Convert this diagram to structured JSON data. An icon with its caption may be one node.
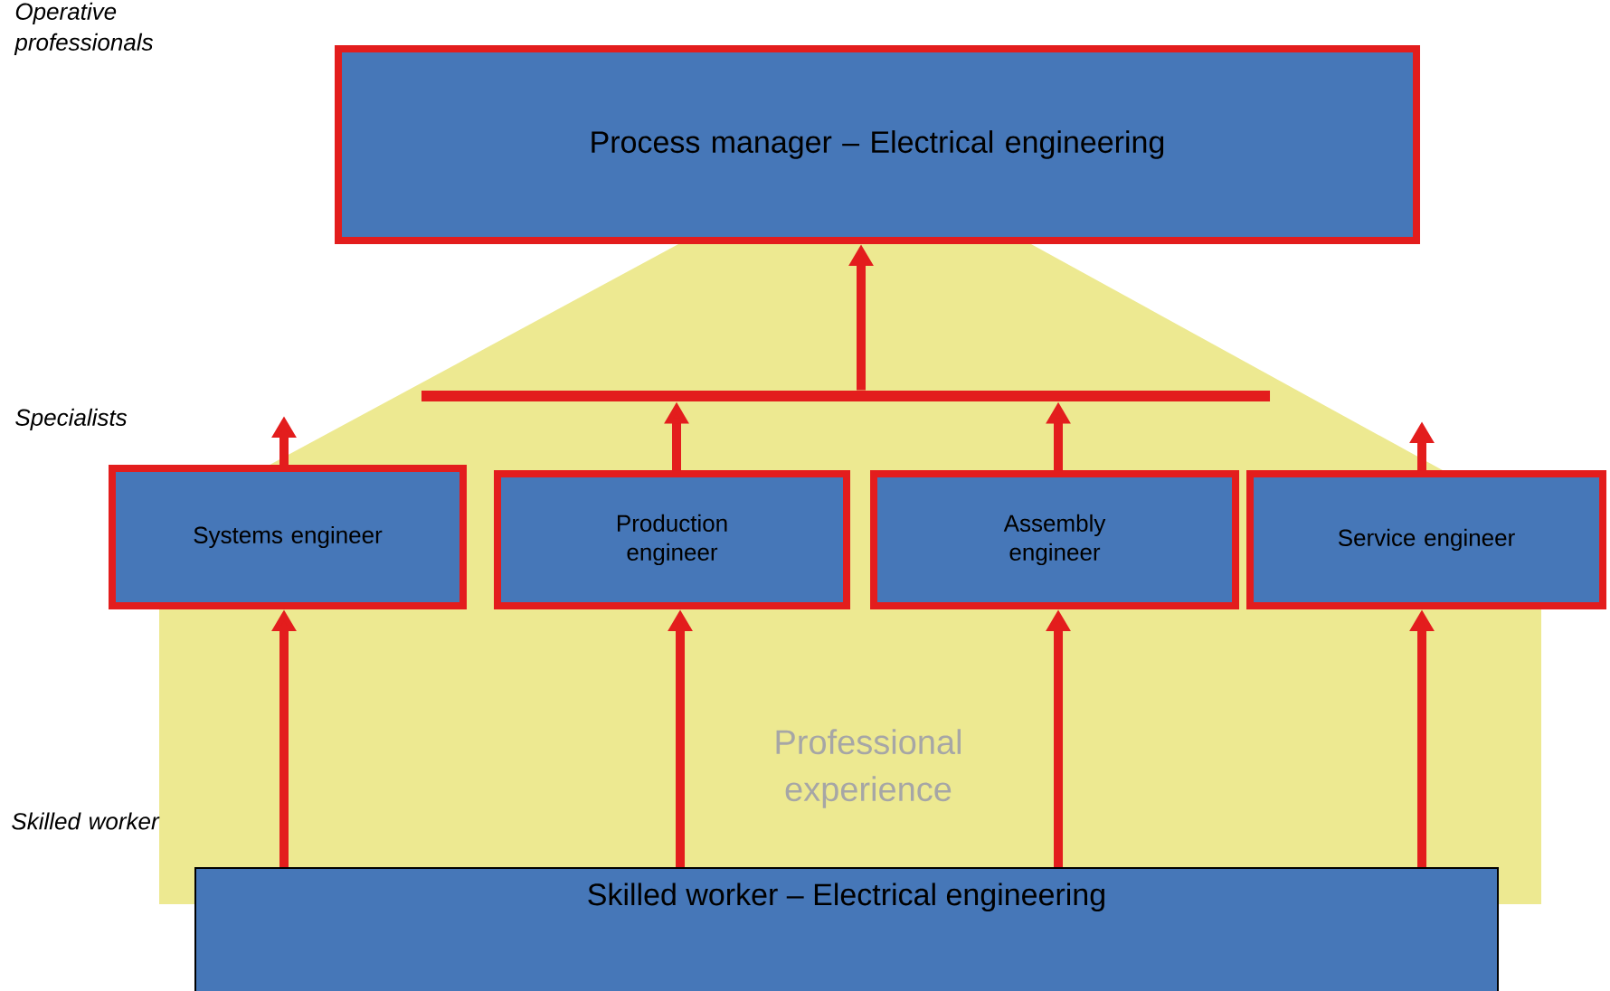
{
  "diagram": {
    "nodes": [
      {
        "text": [
          "Process manager – Electrical engineering"
        ]
      },
      {
        "text": [
          "Systems engineer"
        ]
      },
      {
        "text": [
          "Production engineer"
        ]
      },
      {
        "text": [
          "Assembly engineer"
        ]
      },
      {
        "text": [
          "Service engineer"
        ]
      },
      {
        "text": [],
        "shape": "bar"
      },
      {
        "text": [
          "Skilled worker – Electrical engineering"
        ]
      }
    ],
    "edges": [
      {
        "from": 6,
        "to": 1,
        "arrow": "to"
      },
      {
        "from": 6,
        "to": 2,
        "arrow": "to"
      },
      {
        "from": 6,
        "to": 3,
        "arrow": "to"
      },
      {
        "from": 6,
        "to": 4,
        "arrow": "to"
      },
      {
        "from": 1,
        "to": null,
        "arrow": "to"
      },
      {
        "from": 2,
        "to": 5,
        "arrow": "to"
      },
      {
        "from": 3,
        "to": 5,
        "arrow": "to"
      },
      {
        "from": 4,
        "to": null,
        "arrow": "to"
      },
      {
        "from": 5,
        "to": 0,
        "arrow": "to"
      }
    ],
    "labels": [
      "Operative professionals",
      "Specialists",
      "Professional experience",
      "Skilled worker"
    ]
  }
}
